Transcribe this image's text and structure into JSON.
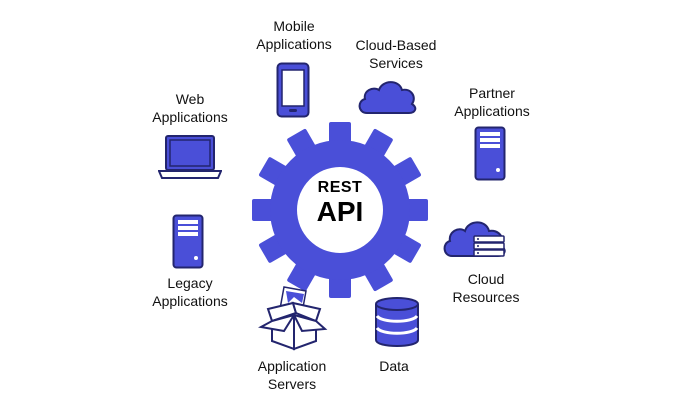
{
  "center": {
    "line1": "REST",
    "line2": "API"
  },
  "nodes": {
    "mobile": {
      "line1": "Mobile",
      "line2": "Applications",
      "icon": "mobile-phone-icon"
    },
    "cloud_services": {
      "line1": "Cloud-Based",
      "line2": "Services",
      "icon": "cloud-icon"
    },
    "partner": {
      "line1": "Partner",
      "line2": "Applications",
      "icon": "server-tower-icon"
    },
    "web": {
      "line1": "Web",
      "line2": "Applications",
      "icon": "laptop-icon"
    },
    "legacy": {
      "line1": "Legacy",
      "line2": "Applications",
      "icon": "server-tower-icon"
    },
    "cloud_resources": {
      "line1": "Cloud",
      "line2": "Resources",
      "icon": "cloud-server-icon"
    },
    "app_servers": {
      "line1": "Application",
      "line2": "Servers",
      "icon": "open-box-icon"
    },
    "data": {
      "line1": "Data",
      "icon": "database-icon"
    }
  },
  "colors": {
    "accent": "#4a4fd8",
    "accent_light": "#ffffff",
    "text": "#111111"
  }
}
